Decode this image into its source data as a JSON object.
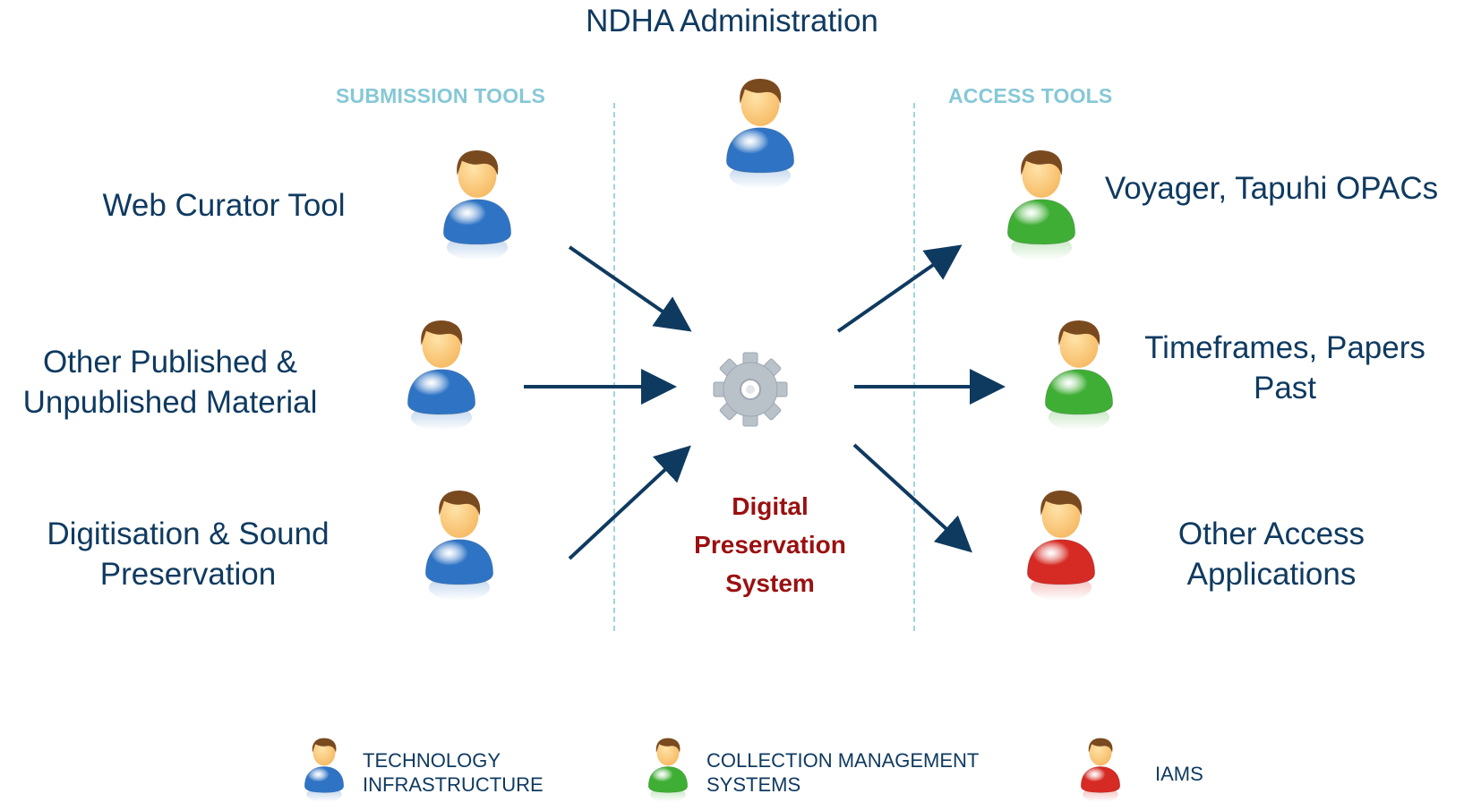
{
  "diagram": {
    "title": "NDHA Administration",
    "submission_label": "SUBMISSION TOOLS",
    "access_label": "ACCESS TOOLS",
    "center": {
      "lines": [
        "Digital",
        "Preservation",
        "System"
      ]
    },
    "left_nodes": [
      {
        "lines": [
          "Web Curator Tool"
        ],
        "icon_color": "blue"
      },
      {
        "lines": [
          "Other Published &",
          "Unpublished Material"
        ],
        "icon_color": "blue"
      },
      {
        "lines": [
          "Digitisation & Sound",
          "Preservation"
        ],
        "icon_color": "blue"
      }
    ],
    "right_nodes": [
      {
        "lines": [
          "Voyager, Tapuhi OPACs"
        ],
        "icon_color": "green"
      },
      {
        "lines": [
          "Timeframes, Papers",
          "Past"
        ],
        "icon_color": "green"
      },
      {
        "lines": [
          "Other Access",
          "Applications"
        ],
        "icon_color": "red"
      }
    ],
    "admin_icon_color": "blue",
    "legend": [
      {
        "lines": [
          "TECHNOLOGY",
          "INFRASTRUCTURE"
        ],
        "icon_color": "blue"
      },
      {
        "lines": [
          "COLLECTION MANAGEMENT",
          "SYSTEMS"
        ],
        "icon_color": "green"
      },
      {
        "lines": [
          "IAMS"
        ],
        "icon_color": "red"
      }
    ],
    "colors": {
      "text": "#0f3a60",
      "section_label": "#86c8d6",
      "center_label": "#9a1010",
      "arrow": "#0f3a60",
      "gear": "#b9c1c9",
      "body_blue": "#2f74c4",
      "body_green": "#3fae35",
      "body_red": "#d62a24",
      "skin": "#f6b962",
      "hair": "#7a4a1f"
    }
  }
}
